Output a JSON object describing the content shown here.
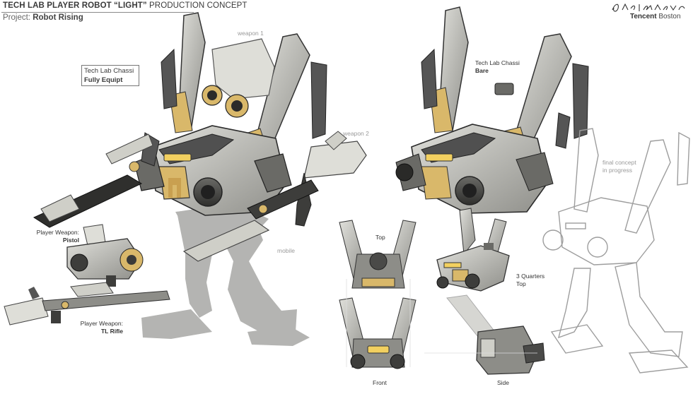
{
  "header": {
    "title_bold": "TECH LAB PLAYER ROBOT “LIGHT”",
    "title_rest": " PRODUCTION CONCEPT",
    "project_label": "Project: ",
    "project_name": "Robot Rising"
  },
  "credit": {
    "studio_bold": "Tencent",
    "studio_rest": " Boston"
  },
  "callouts": {
    "fully_equipt_line1": "Tech Lab Chassi",
    "fully_equipt_line2": "Fully Equipt",
    "bare_line1": "Tech Lab Chassi",
    "bare_line2": "Bare"
  },
  "labels": {
    "weapon1": "weapon 1",
    "weapon2": "weapon 2",
    "mobile": "mobile",
    "pistol_line1": "Player Weapon:",
    "pistol_line2": "Pistol",
    "rifle_line1": "Player Weapon:",
    "rifle_line2": "TL Rifle",
    "top": "Top",
    "front": "Front",
    "side": "Side",
    "three_quarters_line1": "3 Quarters",
    "three_quarters_line2": "Top",
    "final_line1": "final concept",
    "final_line2": "in progress"
  },
  "colors": {
    "armor_light": "#c9c9c4",
    "armor_mid": "#8d8d88",
    "armor_dark": "#4a4a48",
    "accent_gold": "#d9b86a",
    "silhouette": "#b4b4b2",
    "sketch_line": "#9d9d9d",
    "visor_glow": "#f2d060"
  }
}
